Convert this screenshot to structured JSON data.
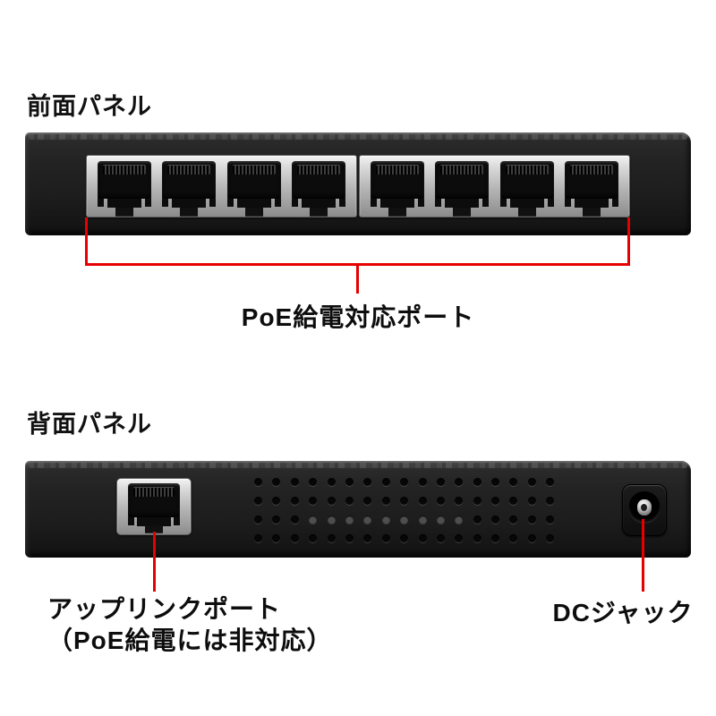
{
  "front": {
    "section_label": "前面パネル",
    "caption": "PoE給電対応ポート",
    "device": {
      "kind": "switch-front-panel",
      "port_groups": 2,
      "ports_per_group": 4,
      "total_poe_ports": 8
    }
  },
  "rear": {
    "section_label": "背面パネル",
    "uplink_caption_line1": "アップリンクポート",
    "uplink_caption_line2": "（PoE給電には非対応）",
    "dc_caption": "DCジャック",
    "device": {
      "kind": "switch-rear-panel",
      "uplink_ports": 1,
      "vent_rows": 4,
      "vent_cols": 17,
      "vent_lit_row": 2,
      "vent_lit_from_col": 3,
      "vent_lit_to_col": 11,
      "dc_jacks": 1
    }
  },
  "colors": {
    "annotation_red": "#e60000",
    "chassis_black": "#1f1f1f",
    "bezel_silver": "#c0c0c0",
    "background": "#ffffff"
  }
}
